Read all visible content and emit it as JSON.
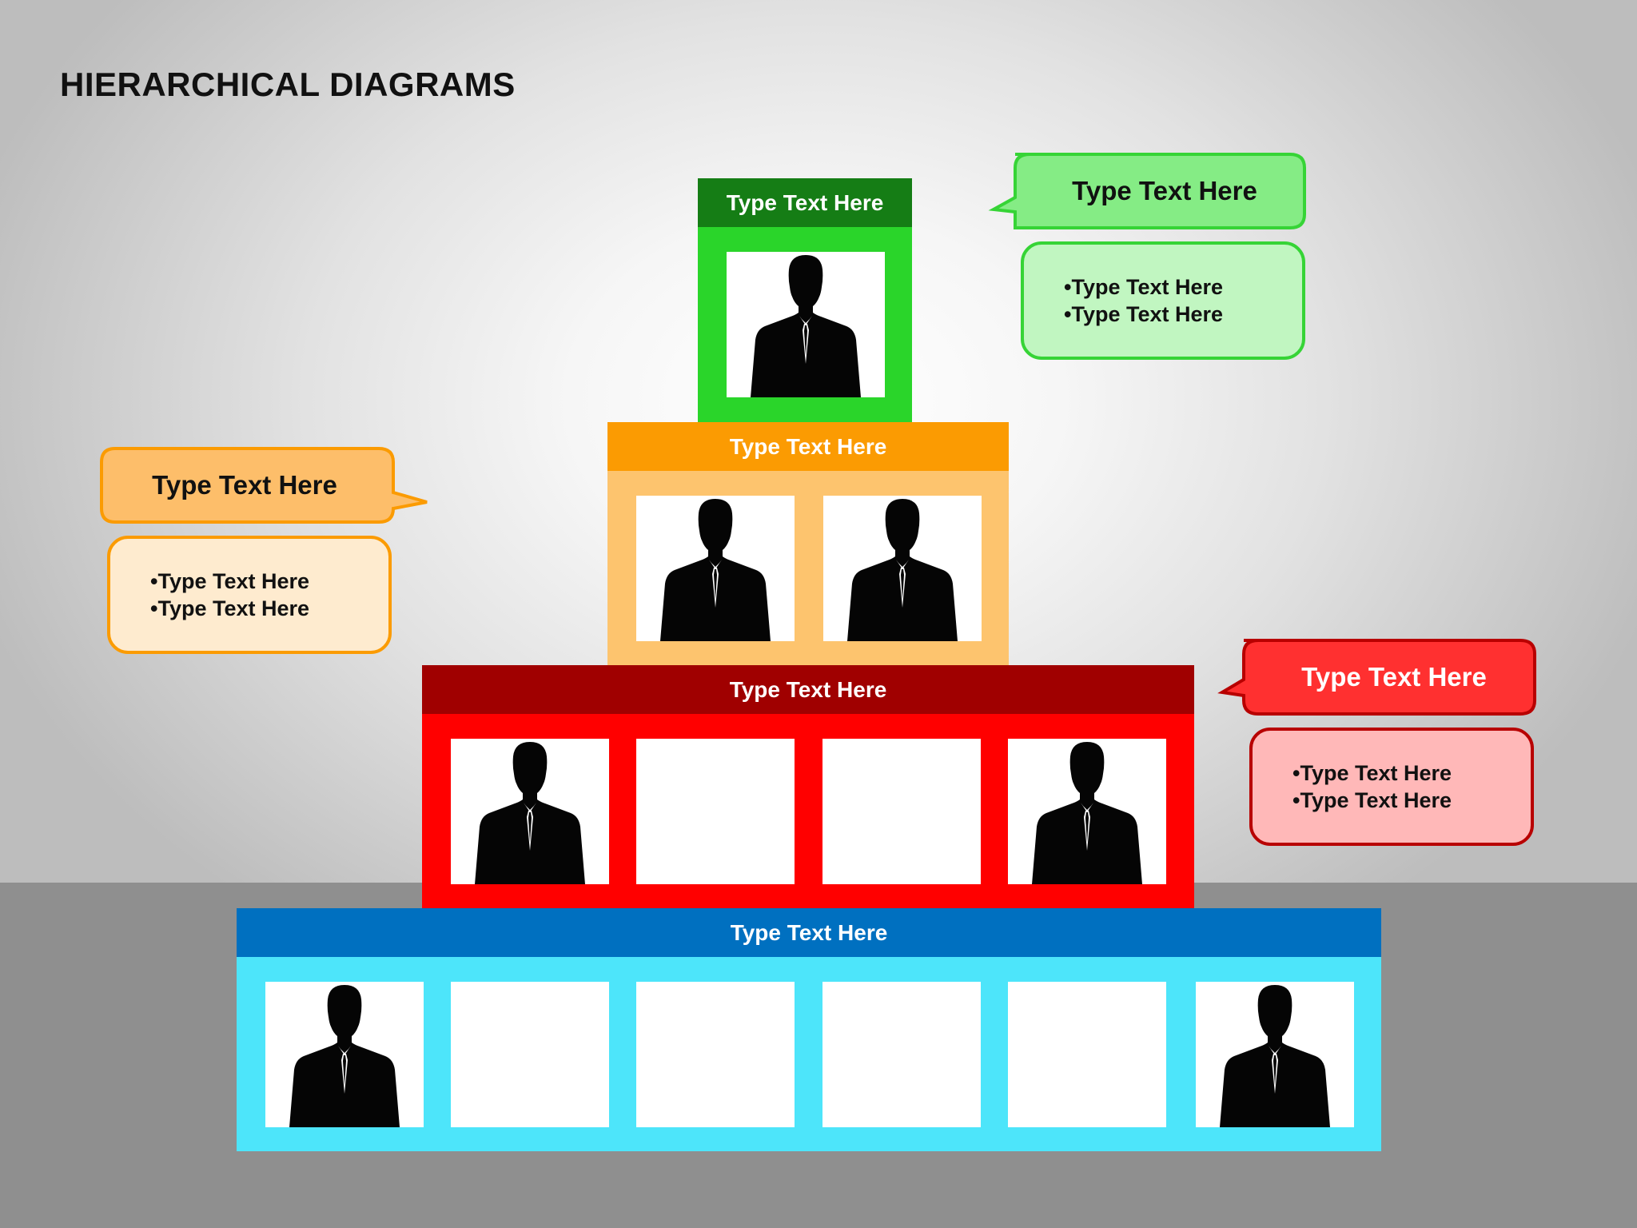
{
  "title": "HIERARCHICAL DIAGRAMS",
  "tiers": [
    {
      "label": "Type Text Here",
      "header_color": "#157d15",
      "body_color": "#2ad52a"
    },
    {
      "label": "Type Text Here",
      "header_color": "#fb9b02",
      "body_color": "#fdc46e"
    },
    {
      "label": "Type Text Here",
      "header_color": "#a00000",
      "body_color": "#ff0000"
    },
    {
      "label": "Type Text Here",
      "header_color": "#0070c0",
      "body_color": "#4de5fa"
    }
  ],
  "callouts": {
    "green": {
      "title": "Type Text Here",
      "bullets": [
        "•Type Text Here",
        "•Type Text Here"
      ]
    },
    "orange": {
      "title": "Type Text Here",
      "bullets": [
        "•Type Text Here",
        "•Type Text Here"
      ]
    },
    "red": {
      "title": "Type Text Here",
      "bullets": [
        "•Type Text Here",
        "•Type Text Here"
      ]
    }
  },
  "icons": {
    "person": "person-silhouette-icon"
  }
}
